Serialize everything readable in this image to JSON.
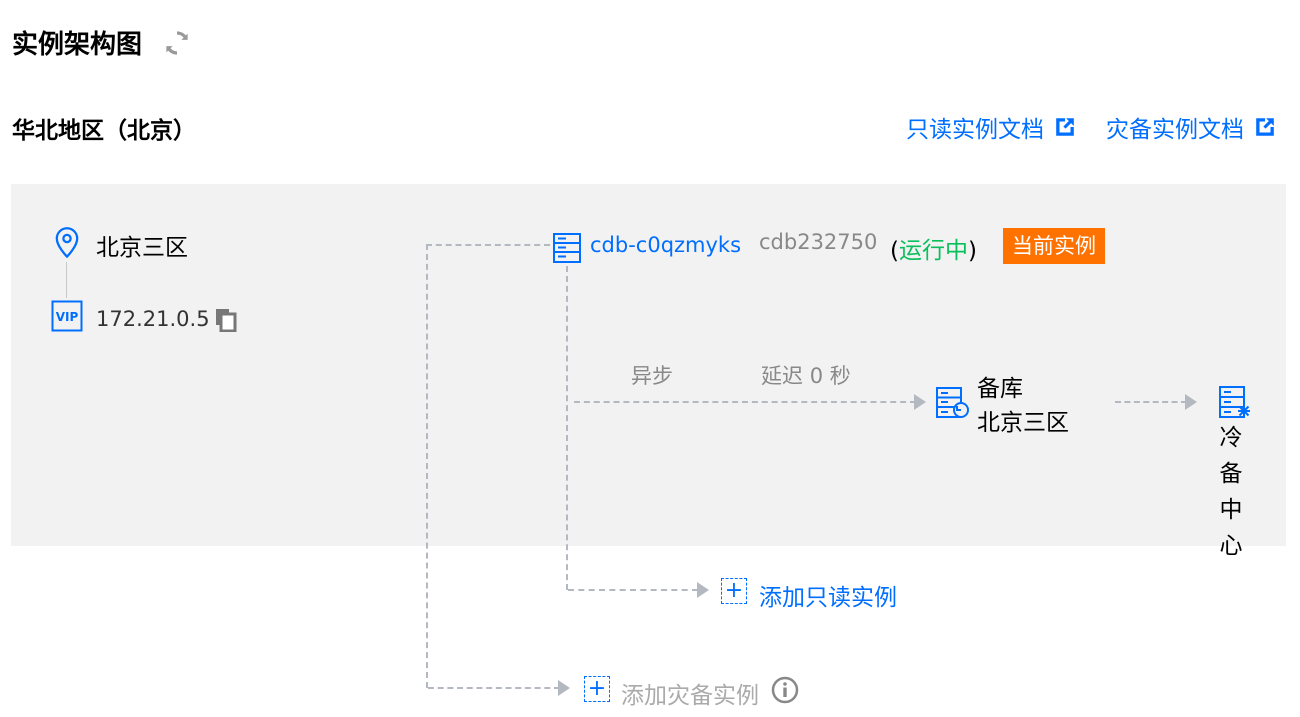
{
  "page": {
    "title": "实例架构图",
    "region": "华北地区（北京）"
  },
  "links": {
    "readonly_doc": "只读实例文档",
    "dr_doc": "灾备实例文档"
  },
  "topology": {
    "zone": "北京三区",
    "vip": "172.21.0.5",
    "instance": {
      "id": "cdb-c0qzmyks",
      "name": "cdb232750",
      "status_open": "(",
      "status": "运行中",
      "status_close": ")",
      "badge": "当前实例"
    },
    "replication": {
      "mode": "异步",
      "delay_label": "延迟",
      "delay_value": "0",
      "delay_unit": "秒"
    },
    "standby": {
      "label": "备库",
      "zone": "北京三区"
    },
    "cold_backup": [
      "冷",
      "备",
      "中",
      "心"
    ],
    "add_readonly": "添加只读实例",
    "add_dr": "添加灾备实例"
  },
  "colors": {
    "accent": "#006eff",
    "running": "#0abf5b",
    "badge": "#ff7200",
    "panel": "#f2f2f2"
  }
}
